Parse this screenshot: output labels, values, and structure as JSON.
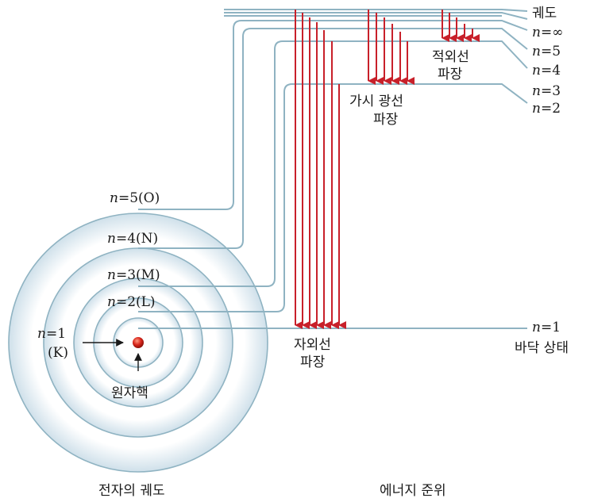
{
  "shell_labels": {
    "n5": {
      "n": "n",
      "rest": "=5(O)"
    },
    "n4": {
      "n": "n",
      "rest": "=4(N)"
    },
    "n3": {
      "n": "n",
      "rest": "=3(M)"
    },
    "n2": {
      "n": "n",
      "rest": "=2(L)"
    },
    "n1": {
      "n": "n",
      "rest": "=1",
      "shell": "(K)"
    }
  },
  "nucleus_label": "원자핵",
  "orbit_caption": "전자의 궤도",
  "energy_caption": "에너지 준위",
  "level_header": "궤도",
  "level_labels": {
    "inf": {
      "n": "n",
      "rest": "=∞"
    },
    "n5": {
      "n": "n",
      "rest": "=5"
    },
    "n4": {
      "n": "n",
      "rest": "=4"
    },
    "n3": {
      "n": "n",
      "rest": "=3"
    },
    "n2": {
      "n": "n",
      "rest": "=2"
    },
    "n1": {
      "n": "n",
      "rest": "=1"
    }
  },
  "ground_state_label": "바닥 상태",
  "series_labels": {
    "uv_line1": "자외선",
    "uv_line2": "파장",
    "visible_line1": "가시 광선",
    "visible_line2": "파장",
    "ir_line1": "적외선",
    "ir_line2": "파장"
  },
  "colors": {
    "orbit_line": "#8fb3c2",
    "orbit_fill_outer": "#e6f0f6",
    "orbit_fill_inner": "#ffffff",
    "transition_arrow": "#c8202a",
    "nucleus": "#d8261c",
    "text": "#1a1a1a"
  }
}
